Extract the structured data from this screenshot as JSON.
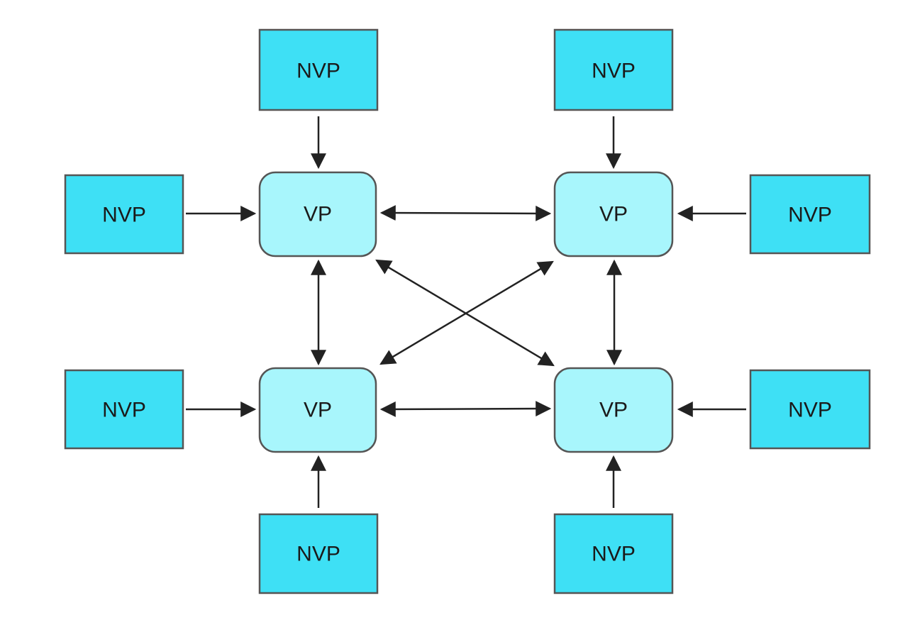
{
  "nodes": {
    "vp_top_left": {
      "label": "VP",
      "kind": "vp"
    },
    "vp_top_right": {
      "label": "VP",
      "kind": "vp"
    },
    "vp_bottom_left": {
      "label": "VP",
      "kind": "vp"
    },
    "vp_bottom_right": {
      "label": "VP",
      "kind": "vp"
    },
    "nvp_top_left": {
      "label": "NVP",
      "kind": "nvp"
    },
    "nvp_top_right": {
      "label": "NVP",
      "kind": "nvp"
    },
    "nvp_left_upper": {
      "label": "NVP",
      "kind": "nvp"
    },
    "nvp_right_upper": {
      "label": "NVP",
      "kind": "nvp"
    },
    "nvp_left_lower": {
      "label": "NVP",
      "kind": "nvp"
    },
    "nvp_right_lower": {
      "label": "NVP",
      "kind": "nvp"
    },
    "nvp_bottom_left": {
      "label": "NVP",
      "kind": "nvp"
    },
    "nvp_bottom_right": {
      "label": "NVP",
      "kind": "nvp"
    }
  },
  "edges": [
    {
      "from": "nvp_top_left",
      "to": "vp_top_left",
      "bidirectional": false
    },
    {
      "from": "nvp_left_upper",
      "to": "vp_top_left",
      "bidirectional": false
    },
    {
      "from": "nvp_top_right",
      "to": "vp_top_right",
      "bidirectional": false
    },
    {
      "from": "nvp_right_upper",
      "to": "vp_top_right",
      "bidirectional": false
    },
    {
      "from": "nvp_left_lower",
      "to": "vp_bottom_left",
      "bidirectional": false
    },
    {
      "from": "nvp_bottom_left",
      "to": "vp_bottom_left",
      "bidirectional": false
    },
    {
      "from": "nvp_right_lower",
      "to": "vp_bottom_right",
      "bidirectional": false
    },
    {
      "from": "nvp_bottom_right",
      "to": "vp_bottom_right",
      "bidirectional": false
    },
    {
      "from": "vp_top_left",
      "to": "vp_top_right",
      "bidirectional": true
    },
    {
      "from": "vp_bottom_left",
      "to": "vp_bottom_right",
      "bidirectional": true
    },
    {
      "from": "vp_top_left",
      "to": "vp_bottom_left",
      "bidirectional": true
    },
    {
      "from": "vp_top_right",
      "to": "vp_bottom_right",
      "bidirectional": true
    },
    {
      "from": "vp_top_left",
      "to": "vp_bottom_right",
      "bidirectional": true
    },
    {
      "from": "vp_top_right",
      "to": "vp_bottom_left",
      "bidirectional": true
    }
  ],
  "colors": {
    "nvp_fill": "#3ee0f5",
    "vp_fill": "#a8f6fc",
    "stroke": "#555555",
    "arrow": "#222222"
  }
}
